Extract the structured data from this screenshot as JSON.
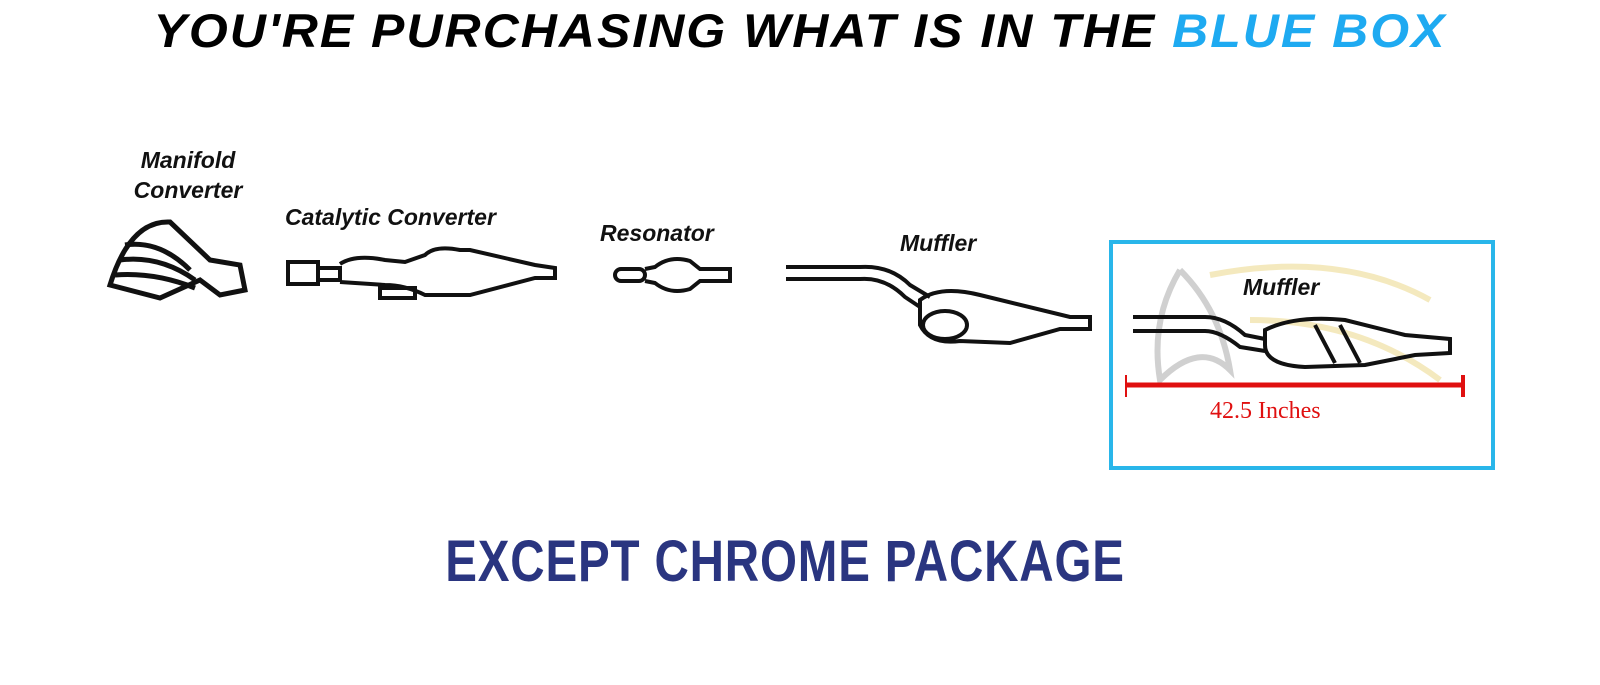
{
  "title": {
    "prefix": "YOU'RE PURCHASING WHAT IS IN THE",
    "highlight": "BLUE BOX"
  },
  "parts": [
    {
      "label_line1": "Manifold",
      "label_line2": "Converter"
    },
    {
      "label": "Catalytic Converter"
    },
    {
      "label": "Resonator"
    },
    {
      "label": "Muffler"
    },
    {
      "label": "Muffler",
      "measurement": "42.5 Inches",
      "selected": true
    }
  ],
  "footer": "EXCEPT CHROME PACKAGE",
  "colors": {
    "highlight_blue": "#1eaaf1",
    "box_border": "#29b6ea",
    "measure_red": "#e01010",
    "footer_navy": "#2a3580"
  }
}
